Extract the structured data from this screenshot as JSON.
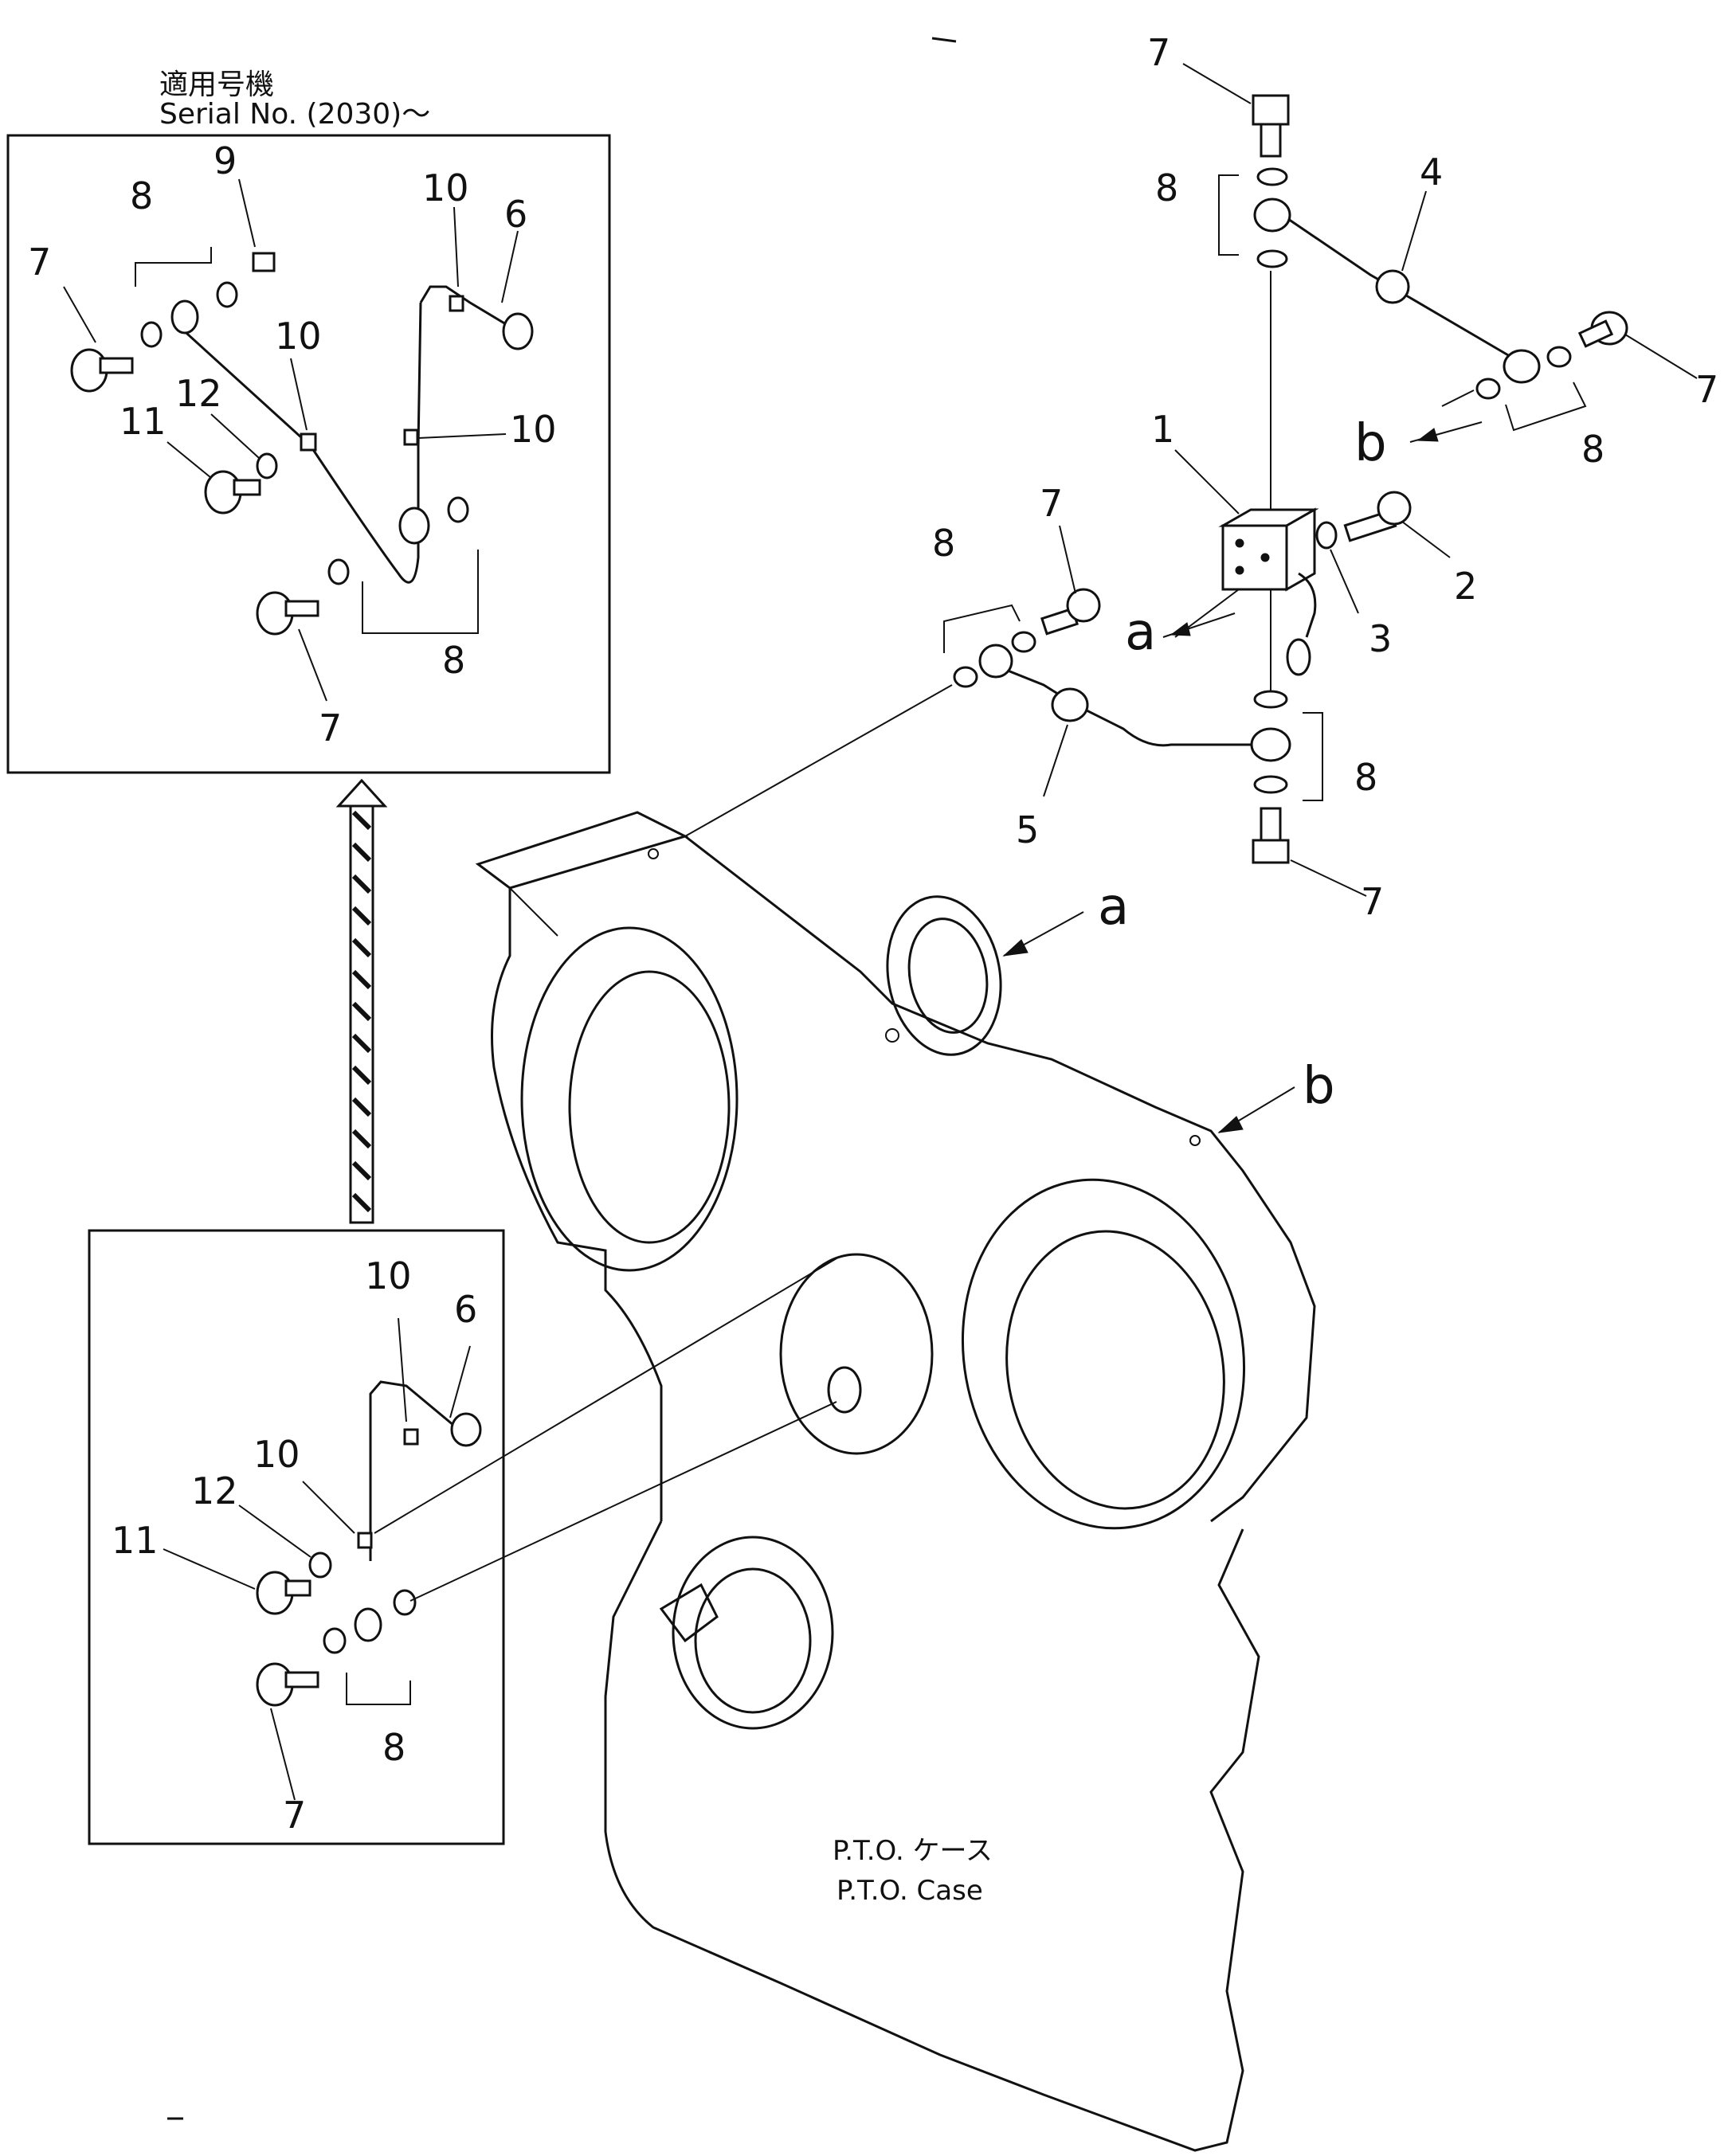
{
  "applicable_note": {
    "japanese": "適用号機",
    "english": "Serial No.  (2030)～"
  },
  "inset_top": {
    "labels": {
      "washer_set": "8",
      "plug": "9",
      "clip_a": "10",
      "hose_6": "6",
      "bolt_7a": "7",
      "clip_b": "10",
      "washer_12": "12",
      "bolt_11": "11",
      "clip_c": "10",
      "washer_set_b": "8",
      "bolt_7b": "7"
    }
  },
  "inset_bottom": {
    "labels": {
      "clip_a": "10",
      "hose_6": "6",
      "clip_b": "10",
      "washer_12": "12",
      "bolt_11": "11",
      "washer_set": "8",
      "bolt_7": "7"
    }
  },
  "main": {
    "labels": {
      "bolt_top": "7",
      "washer_set_top": "8",
      "hose_4": "4",
      "bolt_right": "7",
      "washer_set_right": "8",
      "ref_b_top": "b",
      "block_1": "1",
      "bolt_2": "2",
      "washer_3": "3",
      "ref_a_top": "a",
      "bolt_mid": "7",
      "washer_set_mid": "8",
      "hose_5": "5",
      "washer_set_low": "8",
      "bolt_low": "7",
      "ref_a_case": "a",
      "ref_b_case": "b"
    },
    "case_label": {
      "japanese": "P.T.O. ケース",
      "english": "P.T.O. Case"
    }
  }
}
